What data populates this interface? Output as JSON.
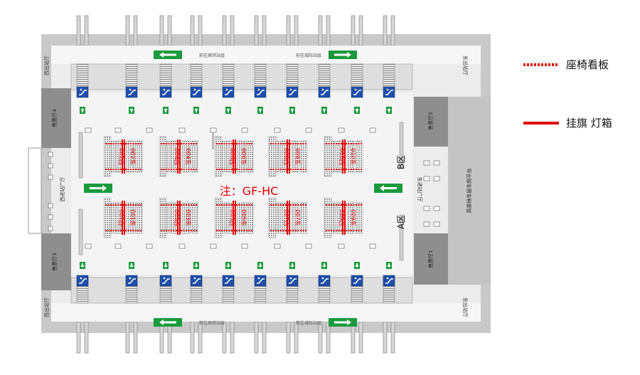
{
  "legend": {
    "seat_board": "座椅看板",
    "flag_lightbox": "挂旗 灯箱"
  },
  "colors": {
    "wall": "#c9c9c9",
    "hall_floor": "#e8e8e8",
    "corridor": "#f2f2f2",
    "dark_block": "#8e8e8e",
    "accent_red": "#e00000",
    "exit_green": "#1a9a3c",
    "escalator_blue": "#1f4fa8"
  },
  "note": "注：GF-HC",
  "zones": {
    "b": "B区",
    "a": "A区"
  },
  "labels": {
    "west_exit": "西出站厅",
    "east_exit": "东出站厅",
    "west_plaza": "西进站广厅",
    "east_plaza": "东进站广厅",
    "ticket_4": "售票厅4",
    "ticket_3": "售票厅3",
    "ticket_2": "售票厅2",
    "ticket_1": "售票厅1",
    "platform": "高架候车层东侧平台",
    "top_corridor_left": "前往高铁站层",
    "top_corridor_right": "前往城际站层",
    "bottom_corridor_left": "前往高铁站层",
    "bottom_corridor_right": "前往城际站层"
  },
  "seat_labels_top": [
    "002西",
    "002东",
    "004西",
    "004东",
    "006西",
    "006东",
    "008西",
    "008东",
    "010西",
    "010东"
  ],
  "seat_labels_bottom": [
    "001西",
    "001东",
    "003西",
    "003东",
    "005西",
    "005东",
    "007西",
    "007东",
    "009西",
    "009东"
  ],
  "icons": {
    "exit_arrow_left": "exit-arrow-left-icon",
    "exit_arrow_right": "exit-arrow-right-icon",
    "escalator": "escalator-icon",
    "arrow_up": "arrow-up-icon",
    "arrow_down": "arrow-down-icon"
  }
}
